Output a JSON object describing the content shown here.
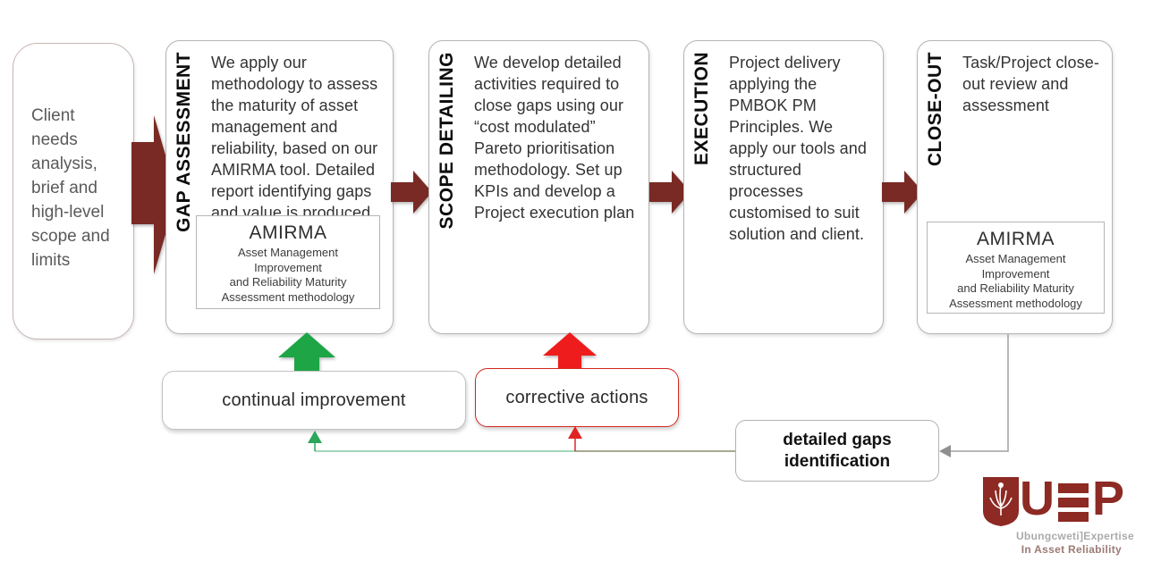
{
  "colors": {
    "maroon": "#7a2a24",
    "green": "#1ea546",
    "red": "#ee1c1c",
    "red-border": "#d4271e",
    "line-green": "#82c9a4",
    "line-olive": "#8b8b70",
    "line-gray": "#a0a0a0",
    "logo-maroon": "#8c2a23"
  },
  "client_box": {
    "text": "Client needs analysis, brief and high-level scope and limits"
  },
  "stages": [
    {
      "label": "GAP ASSESSMENT",
      "text": "We apply our methodology to assess the maturity of asset management and reliability, based on our AMIRMA tool. Detailed report identifying gaps and value is produced.",
      "amirma_title": "AMIRMA",
      "amirma_sub": "Asset Management\nImprovement\nand Reliability Maturity\nAssessment methodology"
    },
    {
      "label": "SCOPE DETAILING",
      "text": "We develop detailed activities required to close gaps using our “cost modulated” Pareto prioritisation methodology. Set up KPIs and develop a Project execution plan"
    },
    {
      "label": "EXECUTION",
      "text": "Project delivery applying the PMBOK PM Principles. We apply our tools and structured processes customised to suit solution and client."
    },
    {
      "label": "CLOSE-OUT",
      "text": "Task/Project close-out review and assessment",
      "amirma_title": "AMIRMA",
      "amirma_sub": "Asset Management\nImprovement\nand Reliability Maturity\nAssessment methodology"
    }
  ],
  "feedback": {
    "continual": "continual improvement",
    "corrective": "corrective actions",
    "detailed_gaps": "detailed gaps\nidentification"
  },
  "logo": {
    "letter_u": "U",
    "letter_p": "P",
    "tagline1": "Ubungcweti]Expertise",
    "tagline2": "In Asset Reliability"
  }
}
